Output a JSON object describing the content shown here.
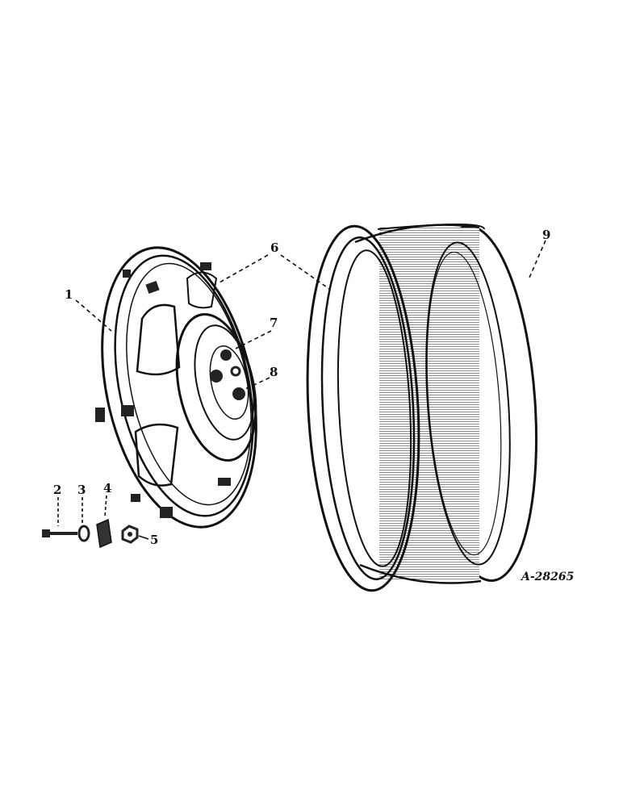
{
  "figure": {
    "drawing_number": "A-28265",
    "parts": [
      {
        "id": "part-1",
        "callout": "1",
        "depicts": "wheel disc"
      },
      {
        "id": "part-2",
        "callout": "2",
        "depicts": "bolt"
      },
      {
        "id": "part-3",
        "callout": "3",
        "depicts": "washer"
      },
      {
        "id": "part-4",
        "callout": "4",
        "depicts": "clamp"
      },
      {
        "id": "part-5",
        "callout": "5",
        "depicts": "nut"
      },
      {
        "id": "part-6",
        "callout": "6",
        "depicts": "lugs (disc to rim)"
      },
      {
        "id": "part-7",
        "callout": "7",
        "depicts": "hub stud"
      },
      {
        "id": "part-8",
        "callout": "8",
        "depicts": "hub cap / center"
      },
      {
        "id": "part-9",
        "callout": "9",
        "depicts": "rim"
      }
    ]
  },
  "colors": {
    "ink": "#111111",
    "paper": "#ffffff",
    "shade": "#8a8a8a"
  }
}
